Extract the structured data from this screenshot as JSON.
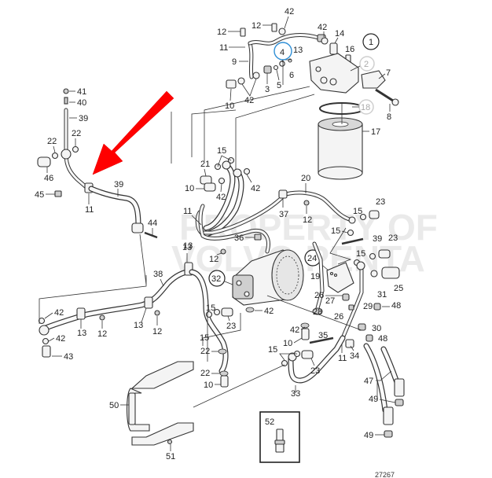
{
  "diagram": {
    "title": "Oil system exploded parts diagram",
    "watermark_lines": [
      "PROPERTY OF",
      "VOLVO PENTA"
    ],
    "drawing_number": "27267",
    "highlight_arrow": {
      "color": "#ff0000",
      "points_to_part": "11"
    },
    "highlight_circle": {
      "color": "#2f8fd6",
      "part": "4"
    },
    "assembly_refs": [
      {
        "id": "ref-1",
        "label": "1",
        "faded": false
      },
      {
        "id": "ref-2",
        "label": "2",
        "faded": true
      },
      {
        "id": "ref-18",
        "label": "18",
        "faded": true
      },
      {
        "id": "ref-24",
        "label": "24",
        "faded": false
      },
      {
        "id": "ref-32",
        "label": "32",
        "faded": false
      }
    ],
    "inset_box": {
      "label": "52"
    },
    "callouts": {
      "c42a": "42",
      "c12a": "12",
      "c12b": "12",
      "c42b": "42",
      "c14": "14",
      "c11a": "11",
      "c13a": "13",
      "c4": "4",
      "c16": "16",
      "c9": "9",
      "c6": "6",
      "c3": "3",
      "c5": "5",
      "c7": "7",
      "c10a": "10",
      "c42c": "42",
      "c8": "8",
      "c17": "17",
      "c41": "41",
      "c40": "40",
      "c39a": "39",
      "c22a": "22",
      "c22b": "22",
      "c46": "46",
      "c45": "45",
      "c11b": "11",
      "c39b": "39",
      "c44": "44",
      "c15a": "15",
      "c21": "21",
      "c10b": "10",
      "c42d": "42",
      "c42e": "42",
      "c20": "20",
      "c23a": "23",
      "c11c": "11",
      "c37": "37",
      "c12c": "12",
      "c15b": "15",
      "c15c": "15",
      "c39c": "39",
      "c23b": "23",
      "c36": "36",
      "c12d": "12",
      "c13b": "13",
      "c38": "38",
      "c15d": "15",
      "c19": "19",
      "c25": "25",
      "c31": "31",
      "c26a": "26",
      "c27": "27",
      "c28": "28",
      "c26b": "26",
      "c29": "29",
      "c48a": "48",
      "c30": "30",
      "c48b": "48",
      "c42f": "42",
      "c13c": "13",
      "c12e": "12",
      "c13d": "13",
      "c12f": "12",
      "c42g": "42",
      "c43": "43",
      "c15e": "15",
      "c23c": "23",
      "c15f": "15",
      "c42h": "42",
      "c42i": "42",
      "c10c": "10",
      "c35": "35",
      "c22c": "22",
      "c22d": "22",
      "c10d": "10",
      "c15g": "15",
      "c23d": "23",
      "c11d": "11",
      "c34": "34",
      "c33": "33",
      "c47": "47",
      "c49a": "49",
      "c49b": "49",
      "c50": "50",
      "c51": "51"
    }
  }
}
